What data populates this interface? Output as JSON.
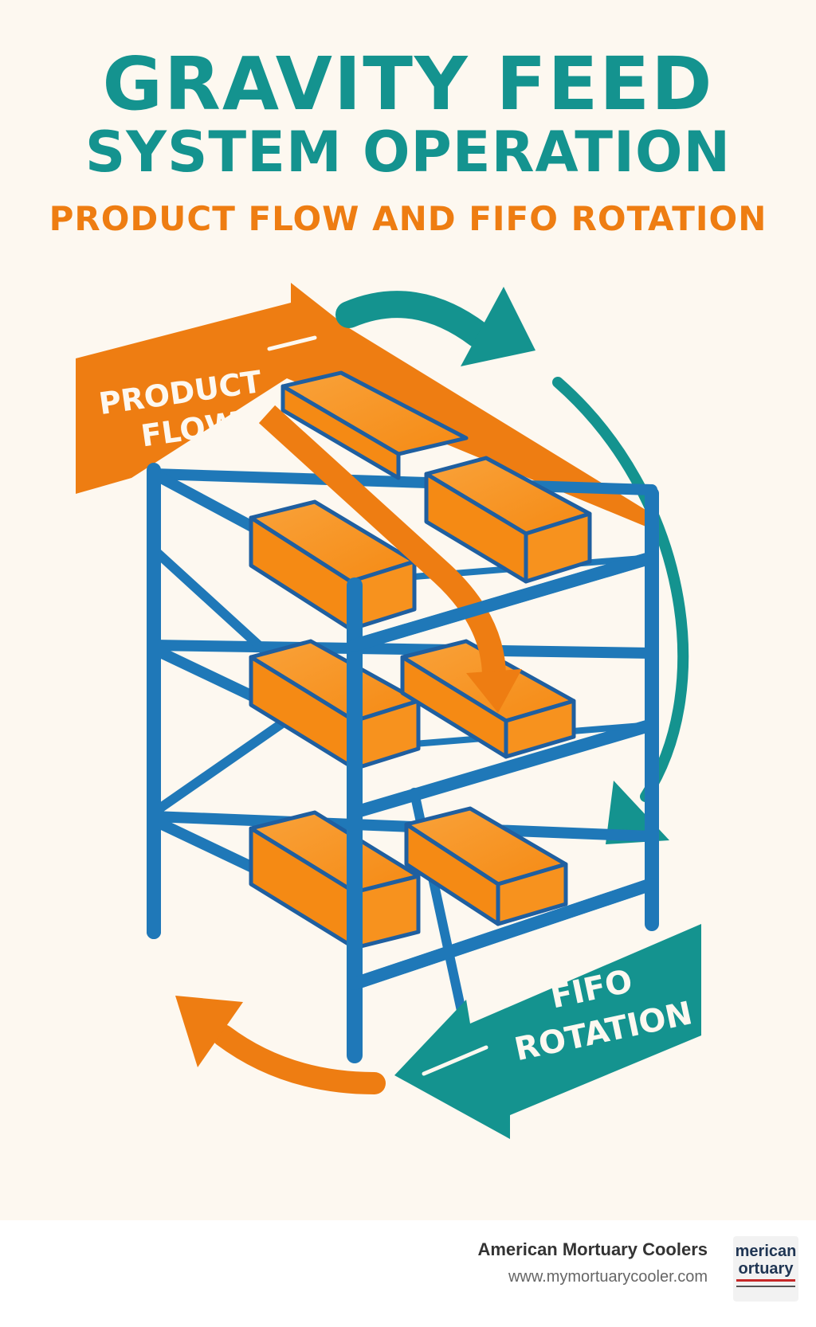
{
  "title_line1": "GRAVITY FEED",
  "title_line2": "SYSTEM OPERATION",
  "subtitle": "PRODUCT FLOW AND FIFO ROTATION",
  "labels": {
    "product_flow_line1": "PRODUCT",
    "product_flow_line2": "FLOW",
    "fifo_line1": "FIFO",
    "fifo_line2": "ROTATION"
  },
  "footer": {
    "brand_name": "American Mortuary Coolers",
    "url": "www.mymortuarycooler.com",
    "logo_line1": "merican",
    "logo_line2": "ortuary"
  },
  "colors": {
    "teal": "#14938f",
    "orange": "#ee7d12",
    "box_orange": "#f7921e",
    "rack_blue": "#1f78b8",
    "background": "#fdf8f0"
  }
}
